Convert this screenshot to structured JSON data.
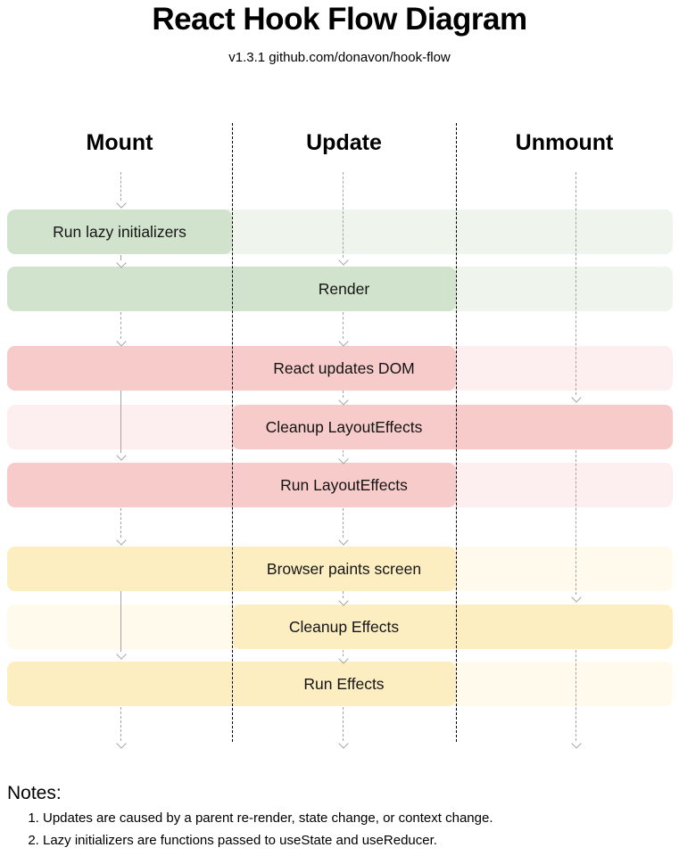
{
  "title": "React Hook Flow Diagram",
  "subtitle": "v1.3.1 github.com/donavon/hook-flow",
  "columns": [
    {
      "id": "mount",
      "label": "Mount"
    },
    {
      "id": "update",
      "label": "Update"
    },
    {
      "id": "unmount",
      "label": "Unmount"
    }
  ],
  "rows": [
    {
      "label": "Run lazy initializers",
      "color_group": "green",
      "active_columns": [
        "mount"
      ]
    },
    {
      "label": "Render",
      "color_group": "green",
      "active_columns": [
        "mount",
        "update"
      ]
    },
    {
      "label": "React updates DOM",
      "color_group": "red",
      "active_columns": [
        "mount",
        "update"
      ]
    },
    {
      "label": "Cleanup LayoutEffects",
      "color_group": "red",
      "active_columns": [
        "update",
        "unmount"
      ]
    },
    {
      "label": "Run LayoutEffects",
      "color_group": "red",
      "active_columns": [
        "mount",
        "update"
      ]
    },
    {
      "label": "Browser paints screen",
      "color_group": "yellow",
      "active_columns": [
        "mount",
        "update"
      ]
    },
    {
      "label": "Cleanup Effects",
      "color_group": "yellow",
      "active_columns": [
        "update",
        "unmount"
      ]
    },
    {
      "label": "Run Effects",
      "color_group": "yellow",
      "active_columns": [
        "mount",
        "update"
      ]
    }
  ],
  "notes": {
    "heading": "Notes:",
    "items": [
      "Updates are caused by a parent re-render, state change, or context change.",
      "Lazy initializers are functions passed to useState and useReducer."
    ]
  },
  "colors": {
    "green": "#d2e3cd",
    "green_light": "#eff5ec",
    "red": "#f6cbca",
    "red_light": "#fdefef",
    "yellow": "#fdeec2",
    "yellow_light": "#fffaeb",
    "arrow": "#a3a3a3",
    "separator": "#000000"
  }
}
